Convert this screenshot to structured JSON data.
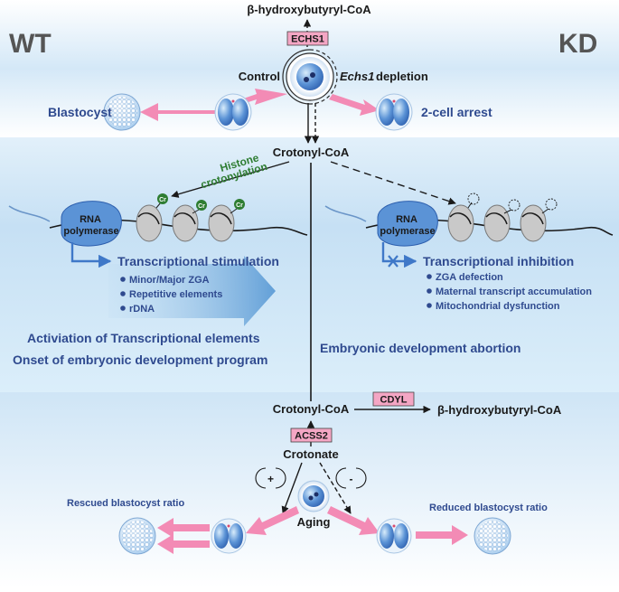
{
  "labels": {
    "wt": "WT",
    "kd": "KD",
    "hb_top": "β-hydroxybutyryl-CoA",
    "echs1": "ECHS1",
    "control": "Control",
    "echs1_italic": "Echs1",
    "depletion": " depletion",
    "blastocyst": "Blastocyst",
    "two_cell_arrest": "2-cell arrest",
    "crotonyl_top": "Crotonyl-CoA",
    "histone": "Histone",
    "crotonylation": "crotonylation",
    "cr": "Cr",
    "rna": "RNA",
    "polymerase": "polymerase",
    "stim_title": "Transcriptional stimulation",
    "stim_items": [
      "Minor/Major ZGA",
      "Repetitive elements",
      "rDNA"
    ],
    "inhib_title": "Transcriptional inhibition",
    "inhib_items": [
      "ZGA defection",
      "Maternal transcript accumulation",
      "Mitochondrial dysfunction"
    ],
    "activation": "Activiation of Transcriptional elements",
    "onset": "Onset of embryonic development program",
    "abortion": "Embryonic development abortion",
    "crotonyl_bottom": "Crotonyl-CoA",
    "cdyl": "CDYL",
    "hb_bottom": "β-hydroxybutyryl-CoA",
    "acss2": "ACSS2",
    "crotonate": "Crotonate",
    "plus": "+",
    "minus": "-",
    "aging": "Aging",
    "rescued": "Rescued blastocyst ratio",
    "reduced": "Reduced blastocyst ratio"
  },
  "colors": {
    "navy": "#2f4a8f",
    "pink_box": "#f4a6c4",
    "pink_arrow": "#f38bb5",
    "green": "#2e7d32",
    "cell_blue": "#3f78c8",
    "band_blue": "#cfe5f6"
  }
}
